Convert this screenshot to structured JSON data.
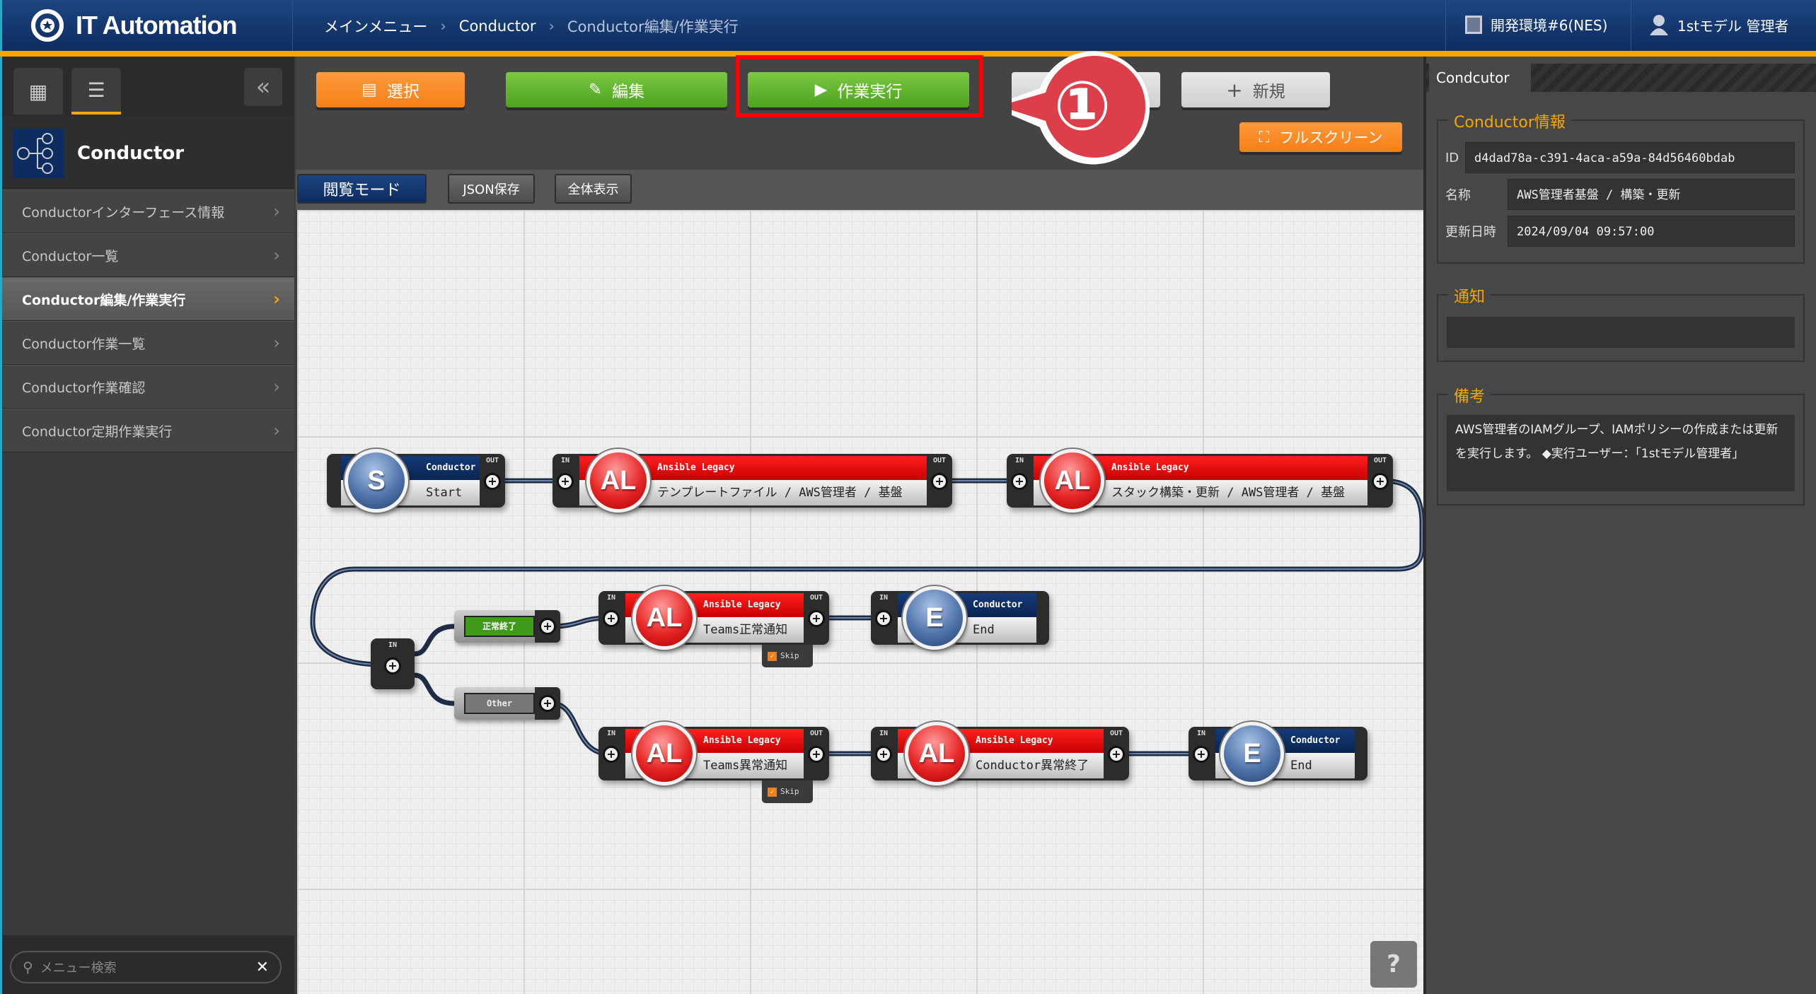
{
  "app": {
    "title": "IT Automation"
  },
  "breadcrumb": [
    "メインメニュー",
    "Conductor",
    "Conductor編集/作業実行"
  ],
  "header": {
    "environment": "開発環境#6(NES)",
    "user": "1stモデル 管理者"
  },
  "sidebar": {
    "title": "Conductor",
    "items": [
      {
        "label": "Conductorインターフェース情報",
        "active": false
      },
      {
        "label": "Conductor一覧",
        "active": false
      },
      {
        "label": "Conductor編集/作業実行",
        "active": true
      },
      {
        "label": "Conductor作業一覧",
        "active": false
      },
      {
        "label": "Conductor作業確認",
        "active": false
      },
      {
        "label": "Conductor定期作業実行",
        "active": false
      }
    ],
    "search_placeholder": "メニュー検索"
  },
  "toolbar": {
    "select": "選択",
    "edit": "編集",
    "execute": "作業実行",
    "new": "新規",
    "fullscreen": "フルスクリーン"
  },
  "modebar": {
    "mode": "閲覧モード",
    "json_save": "JSON保存",
    "show_all": "全体表示"
  },
  "callout": {
    "number": "①"
  },
  "canvas": {
    "port_in": "IN",
    "port_out": "OUT",
    "skip": "Skip",
    "nodes": [
      {
        "type": "Conductor",
        "icon": "S",
        "name": "Start"
      },
      {
        "type": "Ansible Legacy",
        "icon": "AL",
        "name": "テンプレートファイル / AWS管理者 / 基盤"
      },
      {
        "type": "Ansible Legacy",
        "icon": "AL",
        "name": "スタック構築・更新 / AWS管理者 / 基盤"
      },
      {
        "type": "Ansible Legacy",
        "icon": "AL",
        "name": "Teams正常通知"
      },
      {
        "type": "Conductor",
        "icon": "E",
        "name": "End"
      },
      {
        "type": "Ansible Legacy",
        "icon": "AL",
        "name": "Teams異常通知"
      },
      {
        "type": "Ansible Legacy",
        "icon": "AL",
        "name": "Conductor異常終了"
      },
      {
        "type": "Conductor",
        "icon": "E",
        "name": "End"
      }
    ],
    "conditions": [
      "正常終了",
      "Other"
    ],
    "help": "?"
  },
  "panel": {
    "tab": "Condcutor",
    "info": {
      "legend": "Conductor情報",
      "id_label": "ID",
      "id": "d4dad78a-c391-4aca-a59a-84d56460bdab",
      "name_label": "名称",
      "name": "AWS管理者基盤 / 構築・更新",
      "updated_label": "更新日時",
      "updated": "2024/09/04 09:57:00"
    },
    "notice": {
      "legend": "通知",
      "value": ""
    },
    "remarks": {
      "legend": "備考",
      "value": "AWS管理者のIAMグループ、IAMポリシーの作成または更新を実行します。 ◆実行ユーザー：「1stモデル管理者」"
    }
  },
  "colors": {
    "accent": "#f7a600",
    "header": "#0d2c60",
    "execute": "#4ea21f",
    "highlight": "#ff0000"
  }
}
